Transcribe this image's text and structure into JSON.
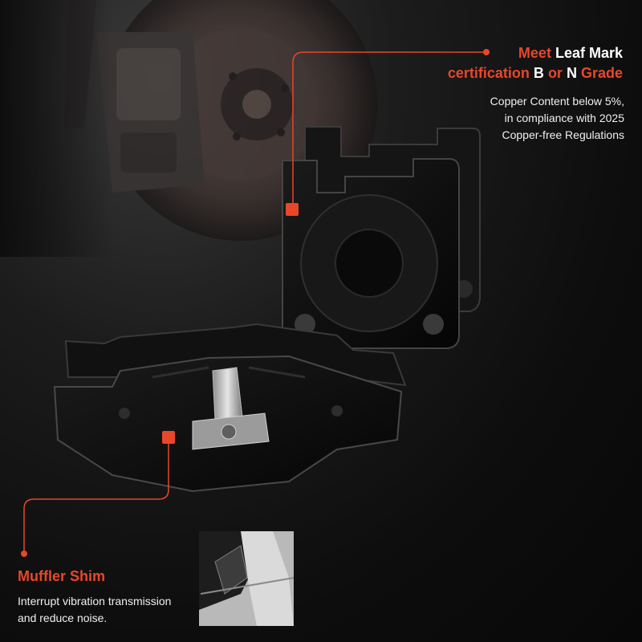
{
  "certification": {
    "word_meet": "Meet",
    "word_leaf_mark": "Leaf Mark",
    "word_certification": "certification",
    "word_b": "B",
    "word_or": "or",
    "word_n": "N",
    "word_grade": "Grade",
    "description_line1": "Copper Content below 5%,",
    "description_line2": "in compliance with 2025",
    "description_line3": "Copper-free Regulations"
  },
  "shim": {
    "title": "Muffler Shim",
    "description_line1": "Interrupt vibration transmission",
    "description_line2": "and reduce noise."
  },
  "colors": {
    "accent": "#e8472a",
    "background": "#0c0c0c",
    "text": "#ffffff"
  }
}
